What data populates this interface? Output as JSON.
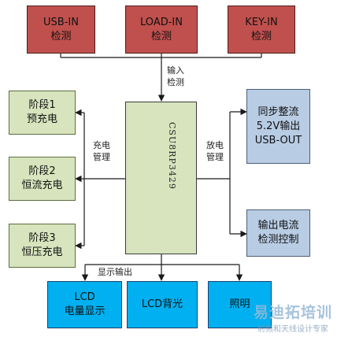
{
  "top_blocks": [
    {
      "line1": "USB-IN",
      "line2": "检测"
    },
    {
      "line1": "LOAD-IN",
      "line2": "检测"
    },
    {
      "line1": "KEY-IN",
      "line2": "检测"
    }
  ],
  "input_label": {
    "line1": "输入",
    "line2": "检测"
  },
  "chip": {
    "label": "CSU8RP3429"
  },
  "left_blocks": [
    {
      "line1": "阶段1",
      "line2": "预充电"
    },
    {
      "line1": "阶段2",
      "line2": "恒流充电"
    },
    {
      "line1": "阶段3",
      "line2": "恒压充电"
    }
  ],
  "charge_label": {
    "line1": "充电",
    "line2": "管理"
  },
  "right_blocks": [
    {
      "line1": "同步整流",
      "line2": "5.2V输出",
      "line3": "USB-OUT"
    },
    {
      "line1": "输出电流",
      "line2": "检测控制"
    }
  ],
  "discharge_label": {
    "line1": "放电",
    "line2": "管理"
  },
  "display_label": "显示输出",
  "bottom_blocks": [
    {
      "line1": "LCD",
      "line2": "电量显示"
    },
    {
      "line1": "LCD背光"
    },
    {
      "line1": "照明"
    }
  ],
  "watermark": {
    "title": "易迪拓培训",
    "subtitle": "射频和天线设计专家"
  }
}
